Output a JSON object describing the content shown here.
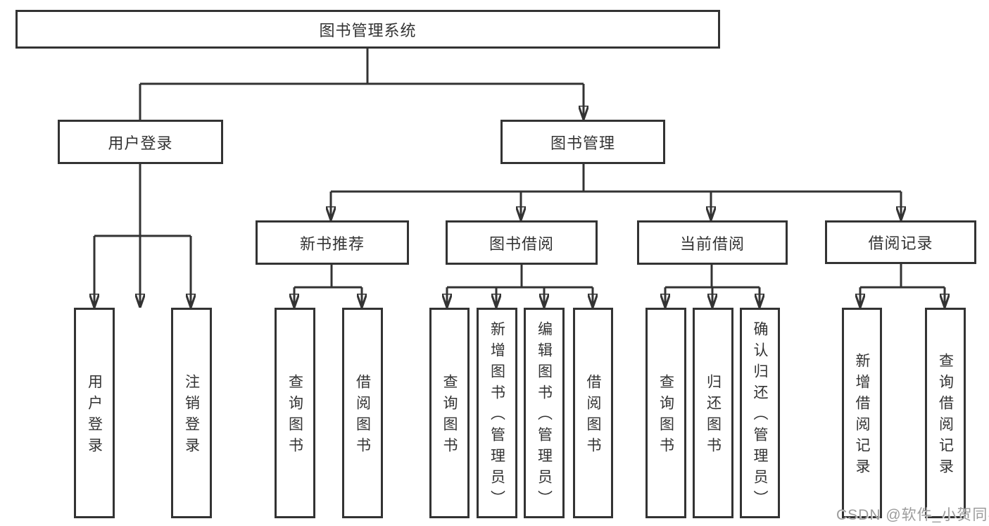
{
  "nodes": {
    "root": {
      "label": "图书管理系统"
    },
    "user_login": {
      "label": "用户登录"
    },
    "book_mgmt": {
      "label": "图书管理"
    },
    "new_book_rec": {
      "label": "新书推荐"
    },
    "book_borrow": {
      "label": "图书借阅"
    },
    "current_borrow": {
      "label": "当前借阅"
    },
    "borrow_records": {
      "label": "借阅记录"
    },
    "leaf_user_login": {
      "label": "用户登录"
    },
    "leaf_logout": {
      "label": "注销登录"
    },
    "leaf_query_book_1": {
      "label": "查询图书"
    },
    "leaf_borrow_book_1": {
      "label": "借阅图书"
    },
    "leaf_query_book_2": {
      "label": "查询图书"
    },
    "leaf_add_book_admin": {
      "label": "新增图书（管理员）"
    },
    "leaf_edit_book_admin": {
      "label": "编辑图书（管理员）"
    },
    "leaf_borrow_book_2": {
      "label": "借阅图书"
    },
    "leaf_query_book_3": {
      "label": "查询图书"
    },
    "leaf_return_book": {
      "label": "归还图书"
    },
    "leaf_confirm_return_admin": {
      "label": "确认归还（管理员）"
    },
    "leaf_add_borrow_record": {
      "label": "新增借阅记录"
    },
    "leaf_query_borrow_record": {
      "label": "查询借阅记录"
    }
  },
  "hierarchy": {
    "图书管理系统": {
      "用户登录": [
        "用户登录",
        "注销登录"
      ],
      "图书管理": {
        "新书推荐": [
          "查询图书",
          "借阅图书"
        ],
        "图书借阅": [
          "查询图书",
          "新增图书（管理员）",
          "编辑图书（管理员）",
          "借阅图书"
        ],
        "当前借阅": [
          "查询图书",
          "归还图书",
          "确认归还（管理员）"
        ],
        "借阅记录": [
          "新增借阅记录",
          "查询借阅记录"
        ]
      }
    }
  },
  "watermark": {
    "text": "CSDN @软件_小贺同学"
  },
  "colors": {
    "line": "#333333",
    "box_border": "#333333",
    "box_fill": "#ffffff",
    "text": "#333333",
    "watermark": "#9c9c9c",
    "background": "#ffffff"
  }
}
